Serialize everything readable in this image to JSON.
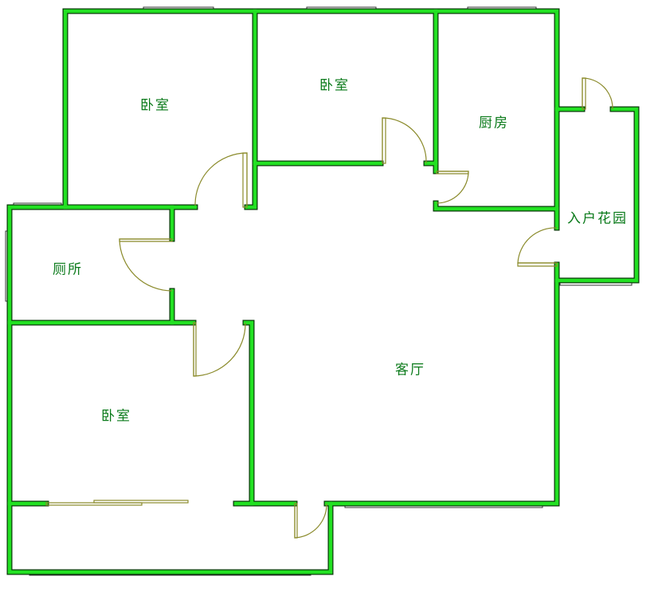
{
  "rooms": {
    "bedroom_top_left": "卧室",
    "bedroom_top_middle": "卧室",
    "kitchen": "厨房",
    "entry_garden": "入户花园",
    "toilet": "厕所",
    "living_room": "客厅",
    "bedroom_bottom_left": "卧室"
  },
  "colors": {
    "wall": "#22e022",
    "door": "#8a8a2a",
    "label": "#0a7a1a"
  }
}
